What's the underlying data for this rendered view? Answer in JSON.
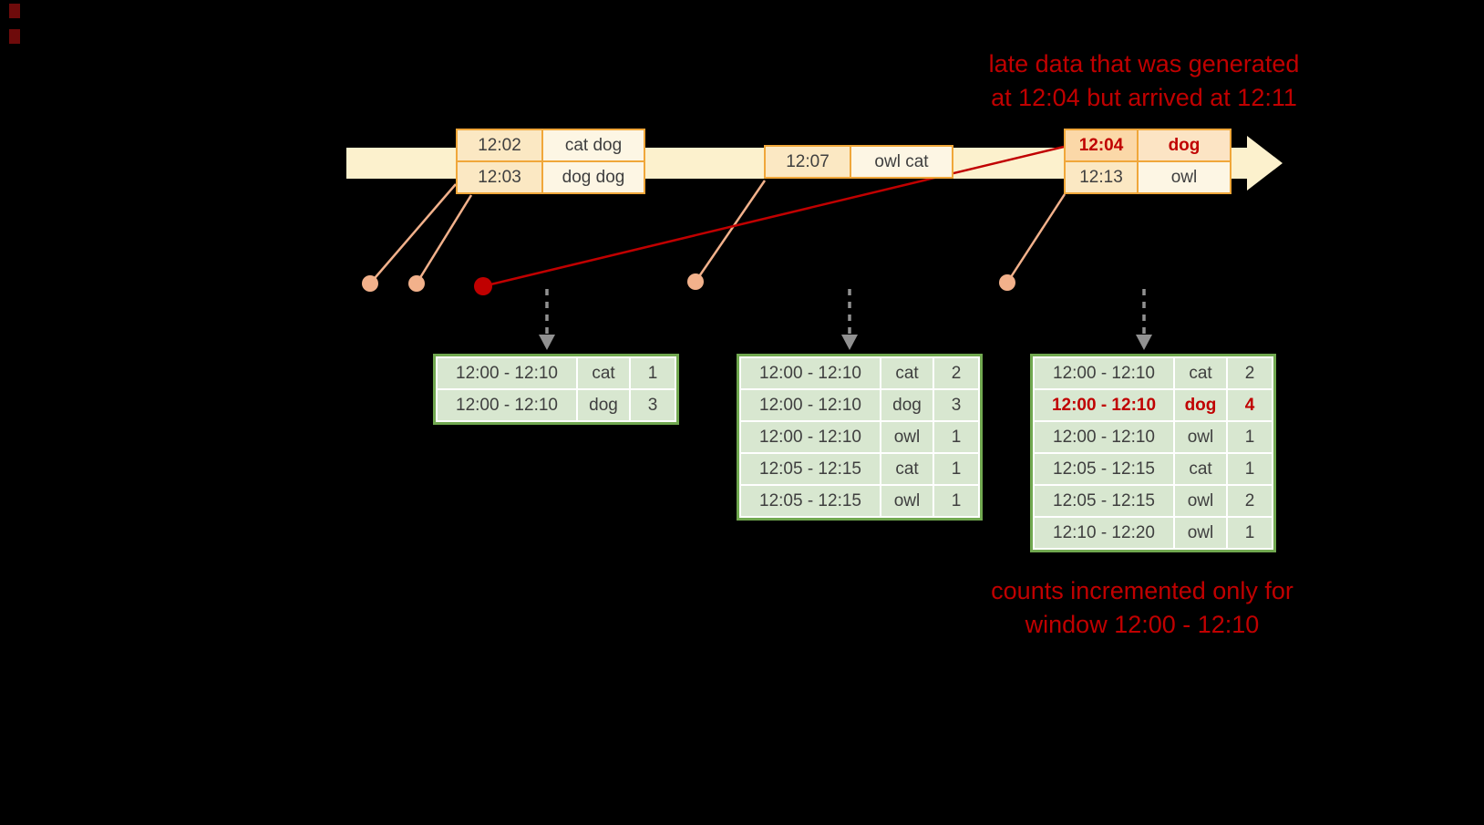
{
  "annotations": {
    "late_data_line1": "late data that was generated",
    "late_data_line2": "at 12:04 but arrived at 12:11",
    "counts_line1": "counts incremented only for",
    "counts_line2": "window 12:00 - 12:10"
  },
  "events": {
    "box1": {
      "rows": [
        {
          "time": "12:02",
          "words": "cat dog"
        },
        {
          "time": "12:03",
          "words": "dog dog"
        }
      ]
    },
    "box2": {
      "rows": [
        {
          "time": "12:07",
          "words": "owl cat"
        }
      ]
    },
    "box3": {
      "rows": [
        {
          "time": "12:04",
          "words": "dog"
        },
        {
          "time": "12:13",
          "words": "owl"
        }
      ]
    }
  },
  "results": {
    "table1": {
      "rows": [
        {
          "window": "12:00 - 12:10",
          "word": "cat",
          "count": "1"
        },
        {
          "window": "12:00 - 12:10",
          "word": "dog",
          "count": "3"
        }
      ]
    },
    "table2": {
      "rows": [
        {
          "window": "12:00 - 12:10",
          "word": "cat",
          "count": "2"
        },
        {
          "window": "12:00 - 12:10",
          "word": "dog",
          "count": "3"
        },
        {
          "window": "12:00 - 12:10",
          "word": "owl",
          "count": "1"
        },
        {
          "window": "12:05 - 12:15",
          "word": "cat",
          "count": "1"
        },
        {
          "window": "12:05 - 12:15",
          "word": "owl",
          "count": "1"
        }
      ]
    },
    "table3": {
      "rows": [
        {
          "window": "12:00 - 12:10",
          "word": "cat",
          "count": "2"
        },
        {
          "window": "12:00 - 12:10",
          "word": "dog",
          "count": "4"
        },
        {
          "window": "12:00 - 12:10",
          "word": "owl",
          "count": "1"
        },
        {
          "window": "12:05 - 12:15",
          "word": "cat",
          "count": "1"
        },
        {
          "window": "12:05 - 12:15",
          "word": "owl",
          "count": "2"
        },
        {
          "window": "12:10 - 12:20",
          "word": "owl",
          "count": "1"
        }
      ]
    }
  },
  "icons": {
    "timeline_arrow": "→",
    "trigger_arrow": "↓"
  },
  "colors": {
    "background": "#000000",
    "annotation_red": "#c00000",
    "timeline_fill": "#fcf1cd",
    "event_box_border": "#f0a73a",
    "event_time_fill": "#fbe8c3",
    "event_words_fill": "#fdf6e4",
    "late_row_time_fill": "#fbd8a8",
    "late_row_words_fill": "#fce4c4",
    "arrival_dot": "#f2b18b",
    "late_dot": "#c00000",
    "trigger_arrow_gray": "#919191",
    "result_border": "#71a850",
    "result_cell_fill": "#d8e7d0",
    "cell_text": "#3f3f3f"
  }
}
